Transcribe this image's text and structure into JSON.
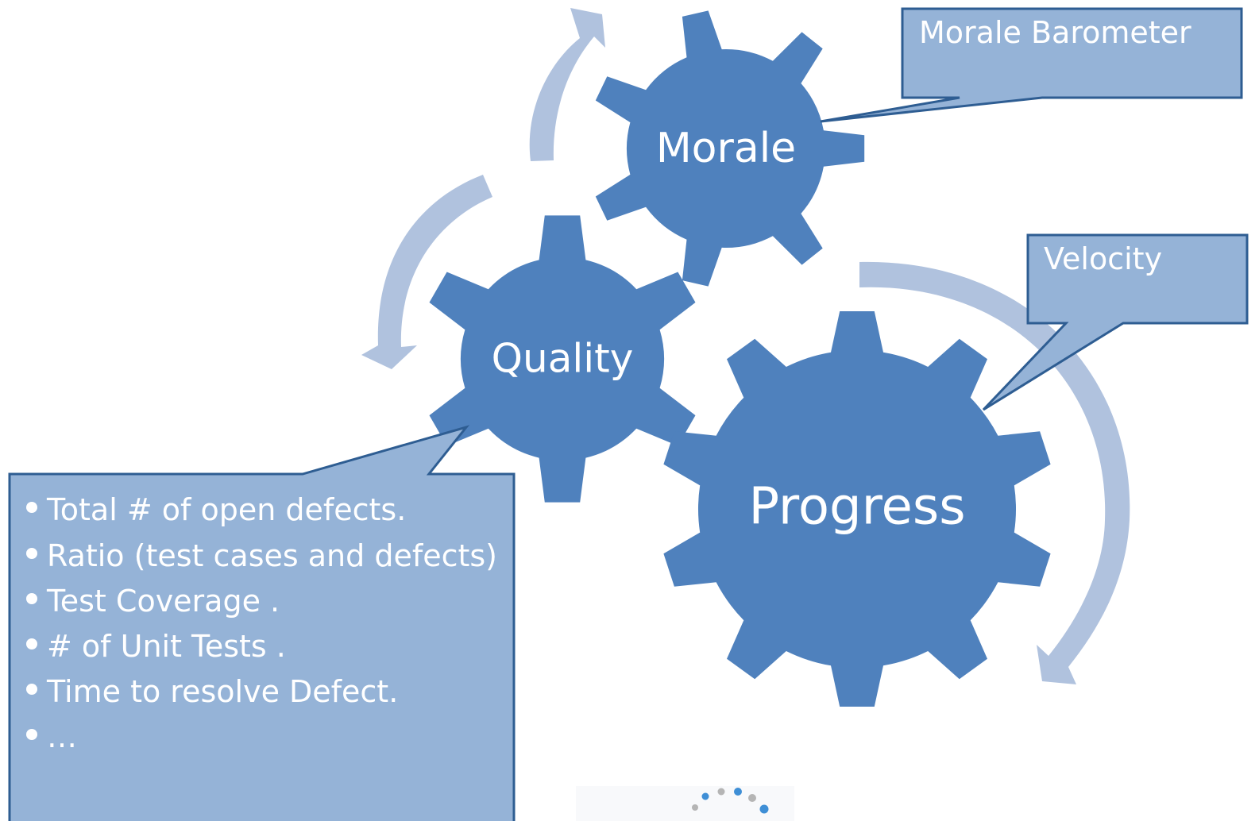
{
  "diagram": {
    "colors": {
      "gear_fill": "#4f81bd",
      "arrow_fill": "#b0c2de",
      "callout_fill": "#95b3d7",
      "callout_stroke": "#2e5d92",
      "text": "#ffffff"
    },
    "gears": {
      "morale": {
        "label": "Morale"
      },
      "quality": {
        "label": "Quality"
      },
      "progress": {
        "label": "Progress"
      }
    },
    "callouts": {
      "morale": {
        "title": "Morale Barometer"
      },
      "velocity": {
        "title": "Velocity"
      },
      "quality": {
        "bullets": [
          "Total # of open defects.",
          "Ratio (test cases and defects)",
          "Test Coverage .",
          "# of Unit Tests .",
          "Time to resolve Defect.",
          "…"
        ]
      }
    }
  }
}
